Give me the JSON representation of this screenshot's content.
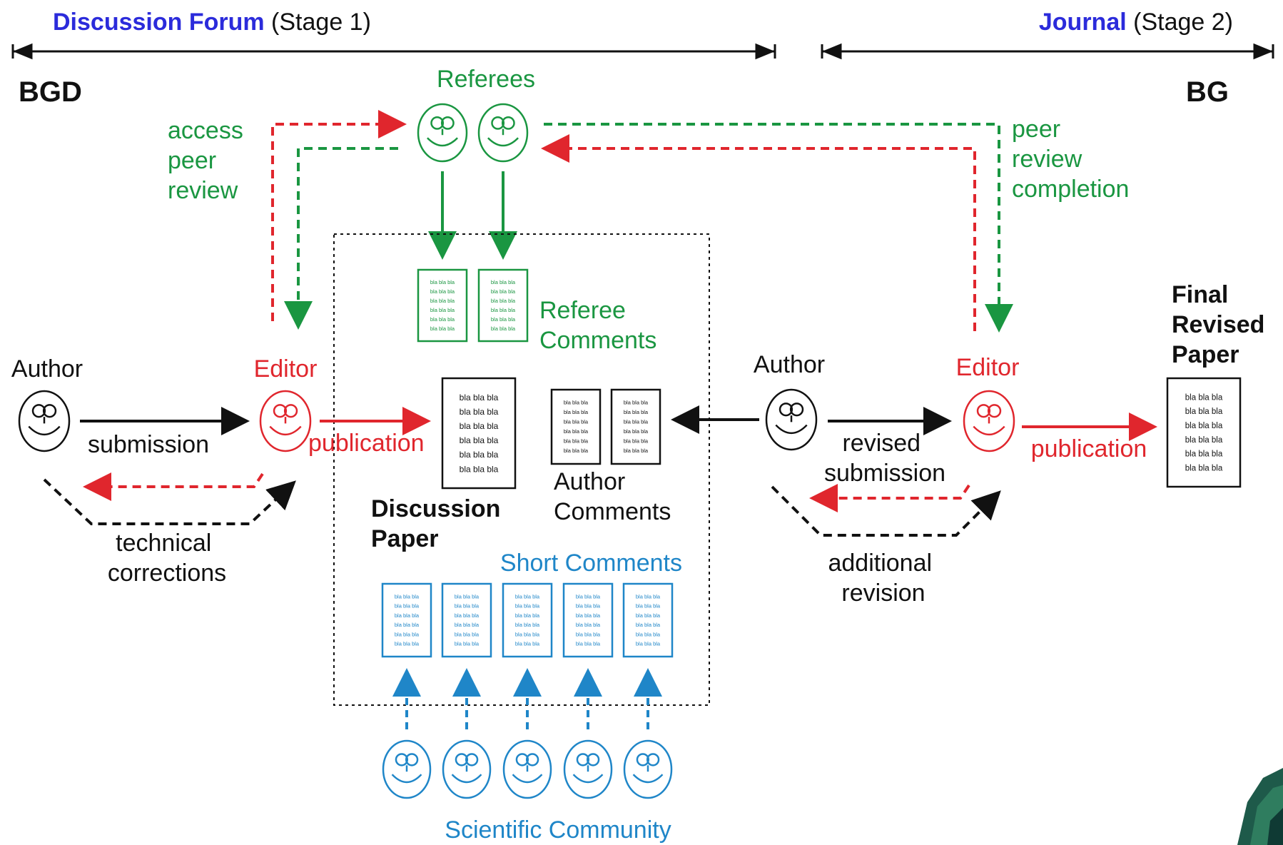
{
  "header": {
    "stage1_emph": "Discussion Forum",
    "stage1_rest": " (Stage 1)",
    "stage2_emph": "Journal",
    "stage2_rest": " (Stage 2)",
    "left_tag": "BGD",
    "right_tag": "BG"
  },
  "labels": {
    "referees": "Referees",
    "access_peer_review": [
      "access",
      "peer",
      "review"
    ],
    "peer_review_completion": [
      "peer",
      "review",
      "completion"
    ],
    "referee_comments": [
      "Referee",
      "Comments"
    ],
    "author_left": "Author",
    "editor_left": "Editor",
    "submission": "submission",
    "publication_left": "publication",
    "technical_corrections": [
      "technical",
      "corrections"
    ],
    "discussion_paper": [
      "Discussion",
      "Paper"
    ],
    "author_comments": [
      "Author",
      "Comments"
    ],
    "short_comments": "Short Comments",
    "scientific_community": "Scientific Community",
    "author_right": "Author",
    "editor_right": "Editor",
    "revised_submission": [
      "revised",
      "submission"
    ],
    "additional_revision": [
      "additional",
      "revision"
    ],
    "publication_right": "publication",
    "final_revised_paper": [
      "Final",
      "Revised",
      "Paper"
    ]
  },
  "doc_line_text": "bla bla bla",
  "colors": {
    "blue_heading": "#2b2bdb",
    "green": "#1a9641",
    "red": "#e0262d",
    "blue": "#1f86c8",
    "black": "#111111"
  }
}
